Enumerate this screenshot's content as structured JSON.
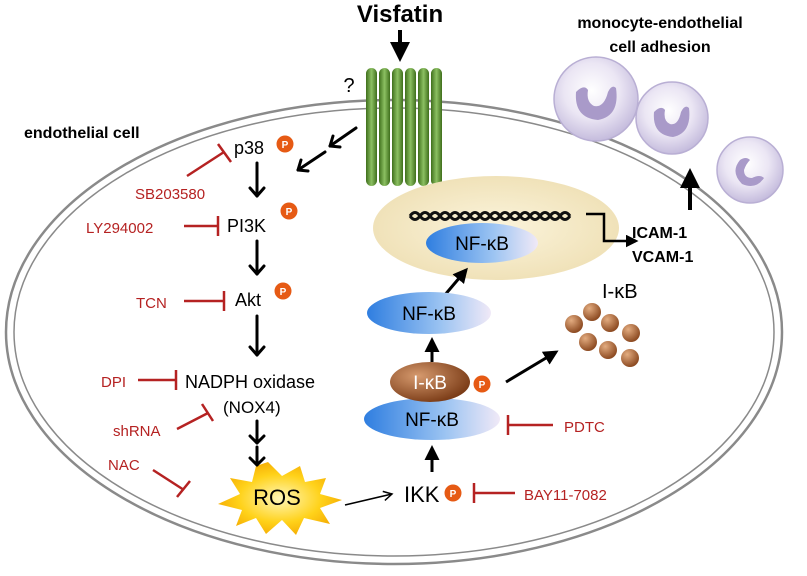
{
  "title": "Visfatin",
  "unknown_receptor": "?",
  "cell_label": "endothelial cell",
  "outcome": {
    "line1": "monocyte-endothelial",
    "line2": "cell adhesion"
  },
  "targets": {
    "icam": "ICAM-1",
    "vcam": "VCAM-1"
  },
  "left_pathway": {
    "p38": "p38",
    "pi3k": "PI3K",
    "akt": "Akt",
    "nadph": "NADPH oxidase",
    "nox4": "(NOX4)",
    "ros": "ROS"
  },
  "right_pathway": {
    "ikk": "IKK",
    "ikb": "I-κB",
    "nfkb_complex": "NF-κB",
    "nfkb_free": "NF-κB",
    "nfkb_nucleus": "NF-κB",
    "ikb_released": "I-κB"
  },
  "phospho_symbol": "P",
  "inhibitors": {
    "sb203580": "SB203580",
    "ly294002": "LY294002",
    "tcn": "TCN",
    "dpi": "DPI",
    "shrna": "shRNA",
    "nac": "NAC",
    "pdtc": "PDTC",
    "bay": "BAY11-7082"
  },
  "colors": {
    "inhibitor_red": "#b52222",
    "cell_outline": "#888888",
    "receptor_green": "#5a8f2c",
    "nfkb_blue": "#3d88e0",
    "ikb_brown": "#8b4a22",
    "nucleus_beige": "#f4e8c4",
    "ros_yellow": "#ffd21a",
    "monocyte_purple": "#c8bedf",
    "phospho_orange": "#e65a14"
  }
}
